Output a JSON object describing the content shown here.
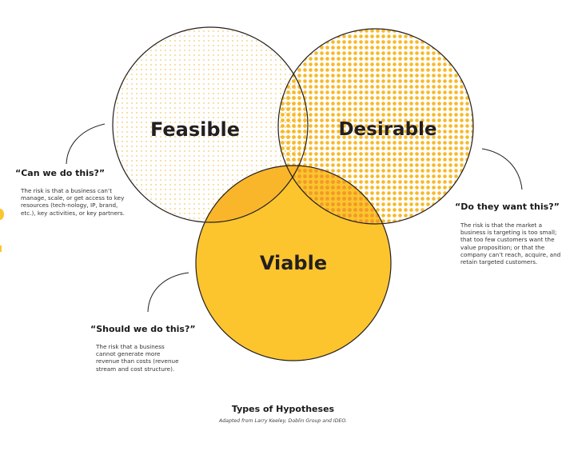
{
  "circles": {
    "feasible": {
      "label": "Feasible"
    },
    "desirable": {
      "label": "Desirable"
    },
    "viable": {
      "label": "Viable"
    }
  },
  "questions": {
    "feasible": {
      "heading": "“Can we do this?”",
      "body": "The risk is that a business can’t manage, scale, or get access to key resources (tech-nology, IP, brand, etc.), key activities, or key partners."
    },
    "desirable": {
      "heading": "“Do they want this?”",
      "body": "The risk is that the market a business is targeting is too small; that too few customers want the value proposition; or that the company can’t reach, acquire, and retain targeted customers."
    },
    "viable": {
      "heading": "“Should we do this?”",
      "body": "The risk that a business cannot generate more revenue than costs (revenue stream and cost structure)."
    }
  },
  "footer": {
    "title": "Types of Hypotheses",
    "subtitle": "Adapted from Larry Keeley, Doblin Group and IDEO."
  },
  "colors": {
    "accent": "#f7b928",
    "viable_fill": "#fcc52e",
    "outline": "#231f20"
  }
}
